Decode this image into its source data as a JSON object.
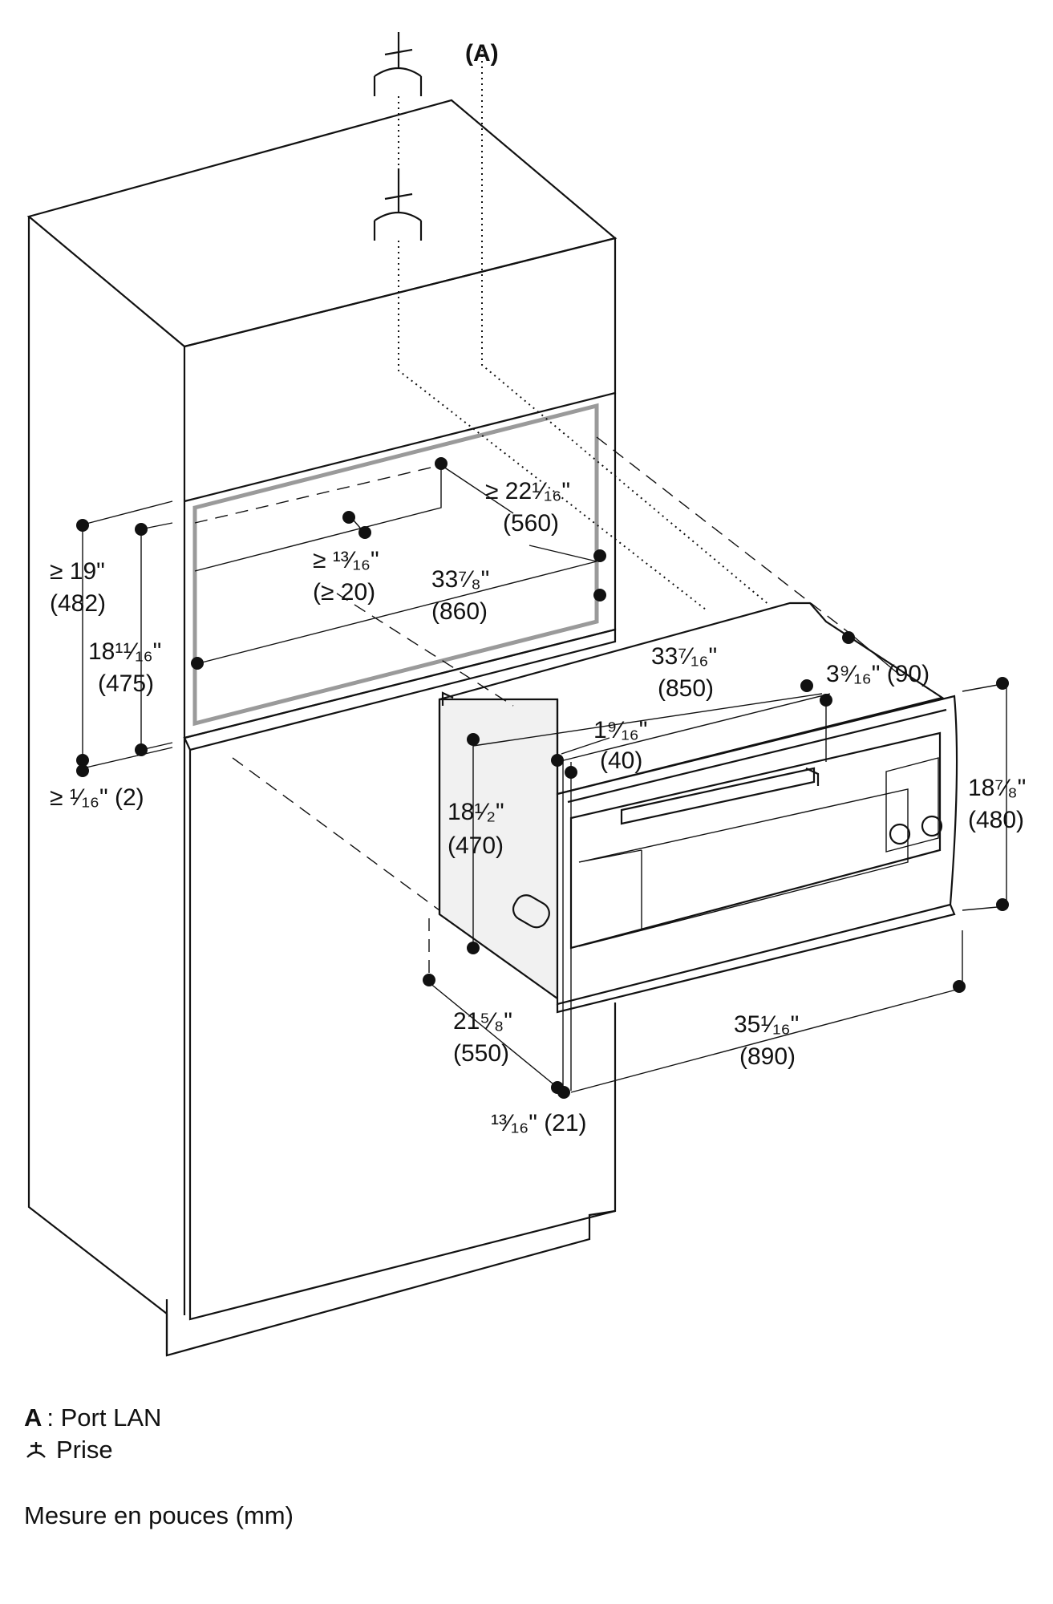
{
  "label_a": "(A)",
  "dimensions": {
    "niche_depth": {
      "in": "≥ 22¹⁄₁₆\"",
      "mm": "(560)"
    },
    "gap_top": {
      "in": "≥ ¹³⁄₁₆\"",
      "mm": "(≥ 20)"
    },
    "niche_width": {
      "in": "33⁷⁄₈\"",
      "mm": "(860)"
    },
    "niche_height_min": {
      "in": "≥ 19\"",
      "mm": "(482)"
    },
    "niche_height": {
      "in": "18¹¹⁄₁₆\"",
      "mm": "(475)"
    },
    "gap_bottom": {
      "text": "≥ ¹⁄₁₆\" (2)"
    },
    "body_width": {
      "in": "33⁷⁄₁₆\"",
      "mm": "(850)"
    },
    "rear_offset": {
      "text": "3⁹⁄₁₆\" (90)"
    },
    "front_offset": {
      "in": "1⁹⁄₁₆\"",
      "mm": "(40)"
    },
    "body_height": {
      "in": "18¹⁄₂\"",
      "mm": "(470)"
    },
    "front_height": {
      "in": "18⁷⁄₈\"",
      "mm": "(480)"
    },
    "body_depth": {
      "in": "21⁵⁄₈\"",
      "mm": "(550)"
    },
    "front_width": {
      "in": "35¹⁄₁₆\"",
      "mm": "(890)"
    },
    "front_thickness": {
      "text": "¹³⁄₁₆\" (21)"
    }
  },
  "legend": {
    "a_key": "A",
    "a_label": ": Port LAN",
    "plug_label": "Prise"
  },
  "note": "Mesure en pouces (mm)",
  "icons": {
    "plug": "plug-icon",
    "measure_point": "measure-point-icon"
  }
}
